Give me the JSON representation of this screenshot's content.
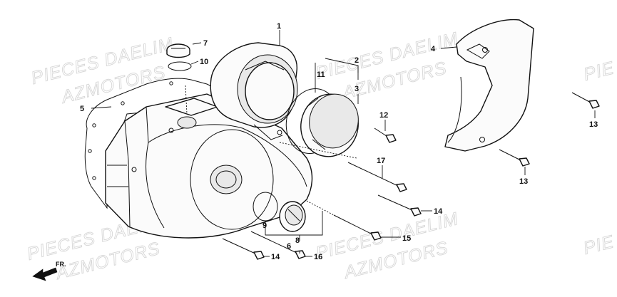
{
  "watermark": {
    "line1": "PIECES DAELIM",
    "line2": "AZMOTORS",
    "partial_right": "PIE"
  },
  "direction_label": "FR.",
  "callouts": {
    "c1": "1",
    "c2": "2",
    "c3": "3",
    "c4": "4",
    "c5": "5",
    "c6": "6",
    "c7": "7",
    "c8": "8",
    "c9": "9",
    "c10": "10",
    "c11": "11",
    "c12": "12",
    "c13a": "13",
    "c13b": "13",
    "c14a": "14",
    "c14b": "14",
    "c15": "15",
    "c16": "16",
    "c17": "17"
  },
  "colors": {
    "line": "#111111",
    "watermark": "#d6d6d6",
    "background": "#ffffff"
  }
}
